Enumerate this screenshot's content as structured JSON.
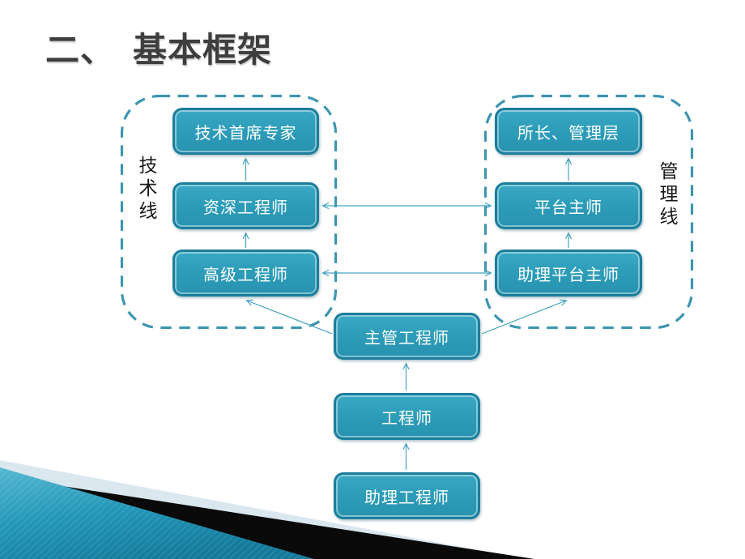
{
  "slide": {
    "title": "二、　基本框架"
  },
  "groups": {
    "technical": {
      "label": "技术线",
      "boxes": [
        {
          "label": "技术首席专家"
        },
        {
          "label": "资深工程师"
        },
        {
          "label": "高级工程师"
        }
      ]
    },
    "management": {
      "label": "管理线",
      "boxes": [
        {
          "label": "所长、管理层"
        },
        {
          "label": "平台主师"
        },
        {
          "label": "助理平台主师"
        }
      ]
    },
    "center": {
      "boxes": [
        {
          "label": "主管工程师"
        },
        {
          "label": "工程师"
        },
        {
          "label": "助理工程师"
        }
      ]
    }
  },
  "colors": {
    "box_fill": "#2E9DB9",
    "box_border": "#1B7E9B",
    "box_text": "#FFFFFF",
    "dashed_group_border": "#3D96B0",
    "connector": "#45A3C1",
    "title_text": "#3E3E3E",
    "label_text": "#1A1A1A",
    "decoration_teal": "#2E9CBE",
    "decoration_black": "#0A0A0A",
    "decoration_pale": "#DAE7EF",
    "background": "#FFFFFF"
  }
}
